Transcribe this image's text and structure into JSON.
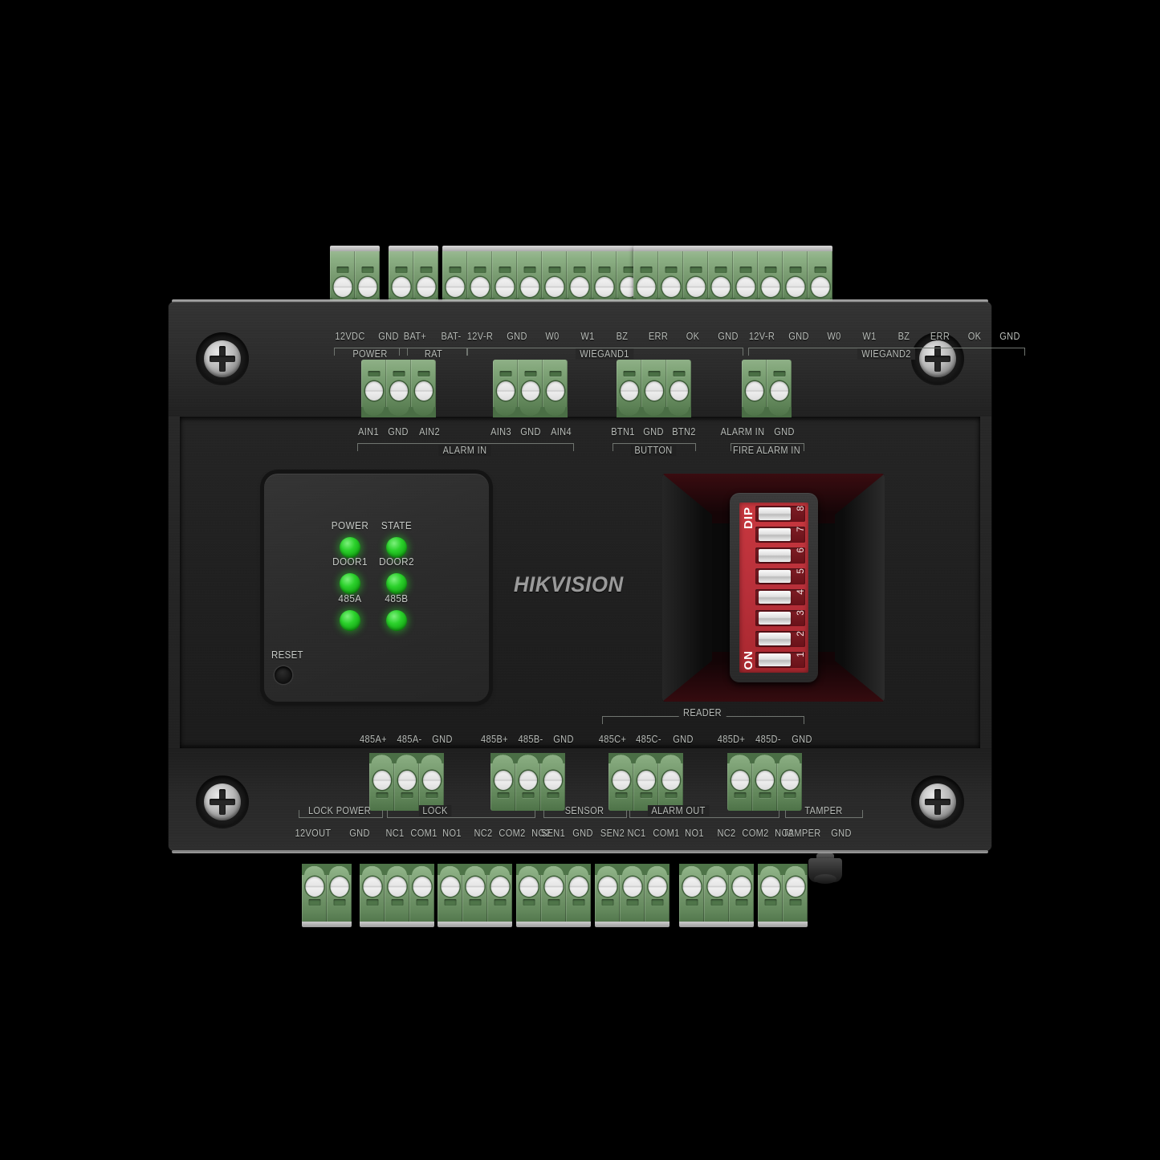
{
  "device": {
    "brand_logo": "HIKVISION",
    "type": "access-controller-board"
  },
  "top_plugs": [
    {
      "name": "plug-power",
      "pins": 2
    },
    {
      "name": "plug-bat",
      "pins": 2
    },
    {
      "name": "plug-wiegand1",
      "pins": 8
    },
    {
      "name": "plug-wiegand2",
      "pins": 8
    }
  ],
  "bottom_plugs": [
    {
      "name": "plug-lock-power",
      "pins": 2
    },
    {
      "name": "plug-lock1",
      "pins": 3
    },
    {
      "name": "plug-lock2",
      "pins": 3
    },
    {
      "name": "plug-sensor",
      "pins": 3
    },
    {
      "name": "plug-alarm-out1",
      "pins": 3
    },
    {
      "name": "plug-alarm-out2",
      "pins": 3
    },
    {
      "name": "plug-tamper",
      "pins": 2
    }
  ],
  "top_labels": {
    "power": {
      "group": "POWER",
      "pins": [
        "12VDC",
        "GND"
      ]
    },
    "bat": {
      "group": "RAT",
      "pins": [
        "BAT+",
        "BAT-"
      ]
    },
    "wiegand1": {
      "group": "WIEGAND1",
      "pins": [
        "12V-R",
        "GND",
        "W0",
        "W1",
        "BZ",
        "ERR",
        "OK",
        "GND"
      ]
    },
    "wiegand2": {
      "group": "WIEGAND2",
      "pins": [
        "12V-R",
        "GND",
        "W0",
        "W1",
        "BZ",
        "ERR",
        "OK",
        "GND"
      ]
    }
  },
  "mid_terminals": {
    "alarm_in": {
      "group": "ALARM IN",
      "left_pins": [
        "AIN1",
        "GND",
        "AIN2"
      ],
      "right_pins": [
        "AIN3",
        "GND",
        "AIN4"
      ]
    },
    "button": {
      "group": "BUTTON",
      "pins": [
        "BTN1",
        "GND",
        "BTN2"
      ]
    },
    "fire_alarm_in": {
      "group": "FIRE ALARM IN",
      "pins": [
        "ALARM IN",
        "GND"
      ]
    }
  },
  "reader_terminals": {
    "group": "READER",
    "blocks": [
      [
        "485A+",
        "485A-",
        "GND"
      ],
      [
        "485B+",
        "485B-",
        "GND"
      ],
      [
        "485C+",
        "485C-",
        "GND"
      ],
      [
        "485D+",
        "485D-",
        "GND"
      ]
    ]
  },
  "bottom_labels": {
    "lock_power": {
      "group": "LOCK POWER",
      "pins": [
        "12VOUT",
        "GND"
      ]
    },
    "lock": {
      "group": "LOCK",
      "pins1": [
        "NC1",
        "COM1",
        "NO1"
      ],
      "pins2": [
        "NC2",
        "COM2",
        "NO2"
      ]
    },
    "sensor": {
      "group": "SENSOR",
      "pins": [
        "SEN1",
        "GND",
        "SEN2"
      ]
    },
    "alarm_out": {
      "group": "ALARM OUT",
      "pins1": [
        "NC1",
        "COM1",
        "NO1"
      ],
      "pins2": [
        "NC2",
        "COM2",
        "NO2"
      ]
    },
    "tamper": {
      "group": "TAMPER",
      "pins": [
        "TAMPER",
        "GND"
      ]
    }
  },
  "led_panel": {
    "leds": [
      {
        "label": "POWER",
        "color": "#2bd12b",
        "state": "on"
      },
      {
        "label": "STATE",
        "color": "#2bd12b",
        "state": "on"
      },
      {
        "label": "DOOR1",
        "color": "#2bd12b",
        "state": "on"
      },
      {
        "label": "DOOR2",
        "color": "#2bd12b",
        "state": "on"
      },
      {
        "label": "485A",
        "color": "#2bd12b",
        "state": "on"
      },
      {
        "label": "485B",
        "color": "#2bd12b",
        "state": "on"
      }
    ],
    "reset_label": "RESET"
  },
  "dip_switch": {
    "title": "DIP",
    "on_label": "ON",
    "positions": [
      "1",
      "2",
      "3",
      "4",
      "5",
      "6",
      "7",
      "8"
    ],
    "count": 8
  },
  "colors": {
    "board": "#272727",
    "terminal_green": "#6f9468",
    "dip_red": "#b8303a",
    "led_green": "#2bd12b",
    "silkscreen": "#b9bdb9"
  }
}
